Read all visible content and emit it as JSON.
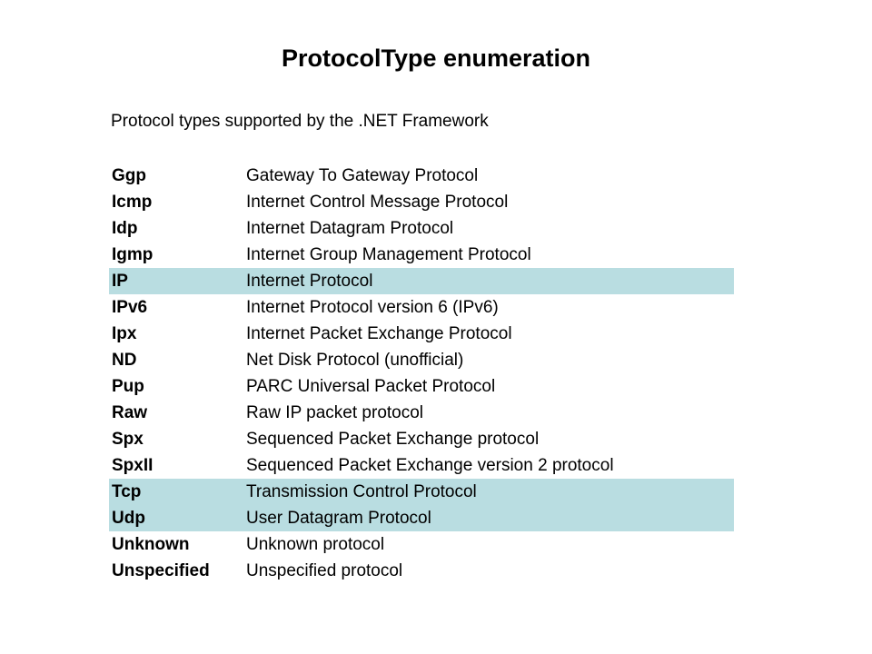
{
  "title": "ProtocolType enumeration",
  "subtitle": "Protocol types supported by the .NET Framework",
  "colors": {
    "highlight": "#b9dde1",
    "text": "#000000",
    "background": "#ffffff"
  },
  "rows": [
    {
      "name": "Ggp",
      "desc": "Gateway To Gateway Protocol",
      "highlight": false
    },
    {
      "name": "Icmp",
      "desc": "Internet Control Message Protocol",
      "highlight": false
    },
    {
      "name": "Idp",
      "desc": "Internet Datagram Protocol",
      "highlight": false
    },
    {
      "name": "Igmp",
      "desc": "Internet Group Management Protocol",
      "highlight": false
    },
    {
      "name": "IP",
      "desc": "Internet Protocol",
      "highlight": true
    },
    {
      "name": "IPv6",
      "desc": "Internet Protocol version 6 (IPv6)",
      "highlight": false
    },
    {
      "name": "Ipx",
      "desc": "Internet Packet Exchange Protocol",
      "highlight": false
    },
    {
      "name": "ND",
      "desc": "Net Disk Protocol (unofficial)",
      "highlight": false
    },
    {
      "name": "Pup",
      "desc": "PARC Universal Packet Protocol",
      "highlight": false
    },
    {
      "name": "Raw",
      "desc": "Raw IP packet protocol",
      "highlight": false
    },
    {
      "name": "Spx",
      "desc": "Sequenced Packet Exchange protocol",
      "highlight": false
    },
    {
      "name": "SpxII",
      "desc": "Sequenced Packet Exchange version 2 protocol",
      "highlight": false
    },
    {
      "name": "Tcp",
      "desc": "Transmission Control Protocol",
      "highlight": true
    },
    {
      "name": "Udp",
      "desc": "User Datagram Protocol",
      "highlight": true
    },
    {
      "name": "Unknown",
      "desc": "Unknown protocol",
      "highlight": false
    },
    {
      "name": "Unspecified",
      "desc": "Unspecified protocol",
      "highlight": false
    }
  ]
}
